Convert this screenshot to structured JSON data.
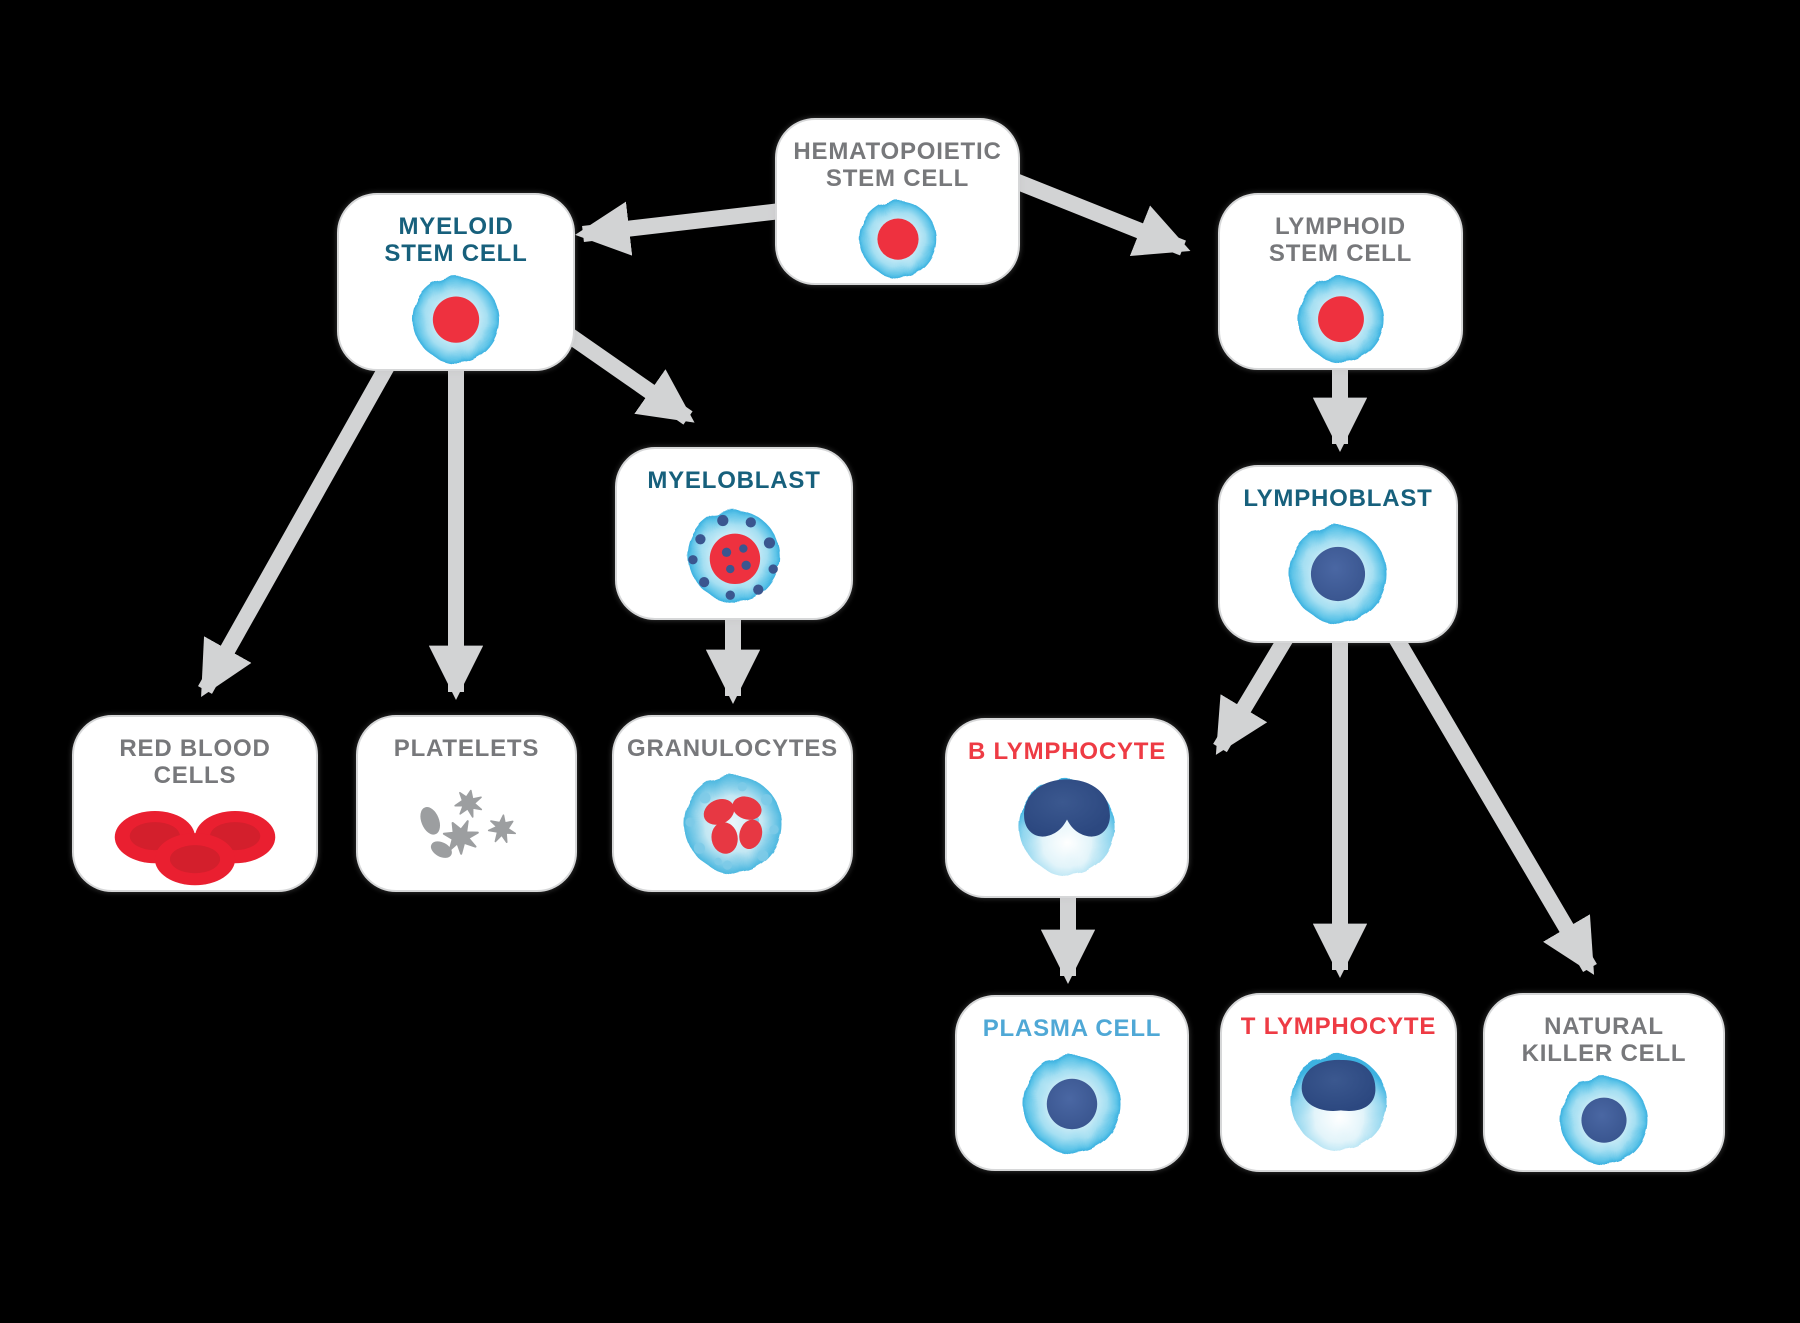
{
  "diagram": {
    "background_color": "#000000",
    "card_color": "#ffffff",
    "arrow_color": "#d2d3d4",
    "label_colors": {
      "gray": "#77787b",
      "teal": "#17607c",
      "red": "#ee3b44",
      "light_blue": "#4fa8d6"
    },
    "cell_colors": {
      "cell_body_blue": "#39b0e0",
      "red_nucleus": "#ee313f",
      "navy_nucleus": "#3a5690",
      "platelet_gray": "#9c9ea0"
    }
  },
  "nodes": {
    "hematopoietic": {
      "line1": "HEMATOPOIETIC",
      "line2": "STEM CELL",
      "label_color": "#77787b",
      "icon": "stem-cell-red-nucleus"
    },
    "myeloid": {
      "line1": "MYELOID",
      "line2": "STEM CELL",
      "label_color": "#17607c",
      "icon": "stem-cell-red-nucleus"
    },
    "lymphoid": {
      "line1": "LYMPHOID",
      "line2": "STEM CELL",
      "label_color": "#77787b",
      "icon": "stem-cell-red-nucleus"
    },
    "myeloblast": {
      "line1": "MYELOBLAST",
      "label_color": "#17607c",
      "icon": "myeloblast-granule-cell"
    },
    "lymphoblast": {
      "line1": "LYMPHOBLAST",
      "label_color": "#17607c",
      "icon": "cell-navy-nucleus"
    },
    "red_blood_cells": {
      "line1": "RED BLOOD",
      "line2": "CELLS",
      "label_color": "#77787b",
      "icon": "red-blood-cells"
    },
    "platelets": {
      "line1": "PLATELETS",
      "label_color": "#77787b",
      "icon": "platelets"
    },
    "granulocytes": {
      "line1": "GRANULOCYTES",
      "label_color": "#77787b",
      "icon": "granulocyte"
    },
    "b_lymphocyte": {
      "line1": "B LYMPHOCYTE",
      "label_color": "#ee3b44",
      "icon": "b-lymphocyte-cell"
    },
    "plasma_cell": {
      "line1": "PLASMA CELL",
      "label_color": "#4fa8d6",
      "icon": "cell-navy-nucleus"
    },
    "t_lymphocyte": {
      "line1": "T LYMPHOCYTE",
      "label_color": "#ee3b44",
      "icon": "t-lymphocyte-cell"
    },
    "natural_killer": {
      "line1": "NATURAL",
      "line2": "KILLER CELL",
      "label_color": "#77787b",
      "icon": "cell-navy-nucleus"
    }
  },
  "edges": [
    {
      "from": "hematopoietic-stem-cell",
      "to": "myeloid-stem-cell"
    },
    {
      "from": "hematopoietic-stem-cell",
      "to": "lymphoid-stem-cell"
    },
    {
      "from": "myeloid-stem-cell",
      "to": "red-blood-cells"
    },
    {
      "from": "myeloid-stem-cell",
      "to": "platelets"
    },
    {
      "from": "myeloid-stem-cell",
      "to": "myeloblast"
    },
    {
      "from": "myeloblast",
      "to": "granulocytes"
    },
    {
      "from": "lymphoid-stem-cell",
      "to": "lymphoblast"
    },
    {
      "from": "lymphoblast",
      "to": "b-lymphocyte"
    },
    {
      "from": "lymphoblast",
      "to": "t-lymphocyte"
    },
    {
      "from": "lymphoblast",
      "to": "natural-killer-cell"
    },
    {
      "from": "b-lymphocyte",
      "to": "plasma-cell"
    }
  ]
}
